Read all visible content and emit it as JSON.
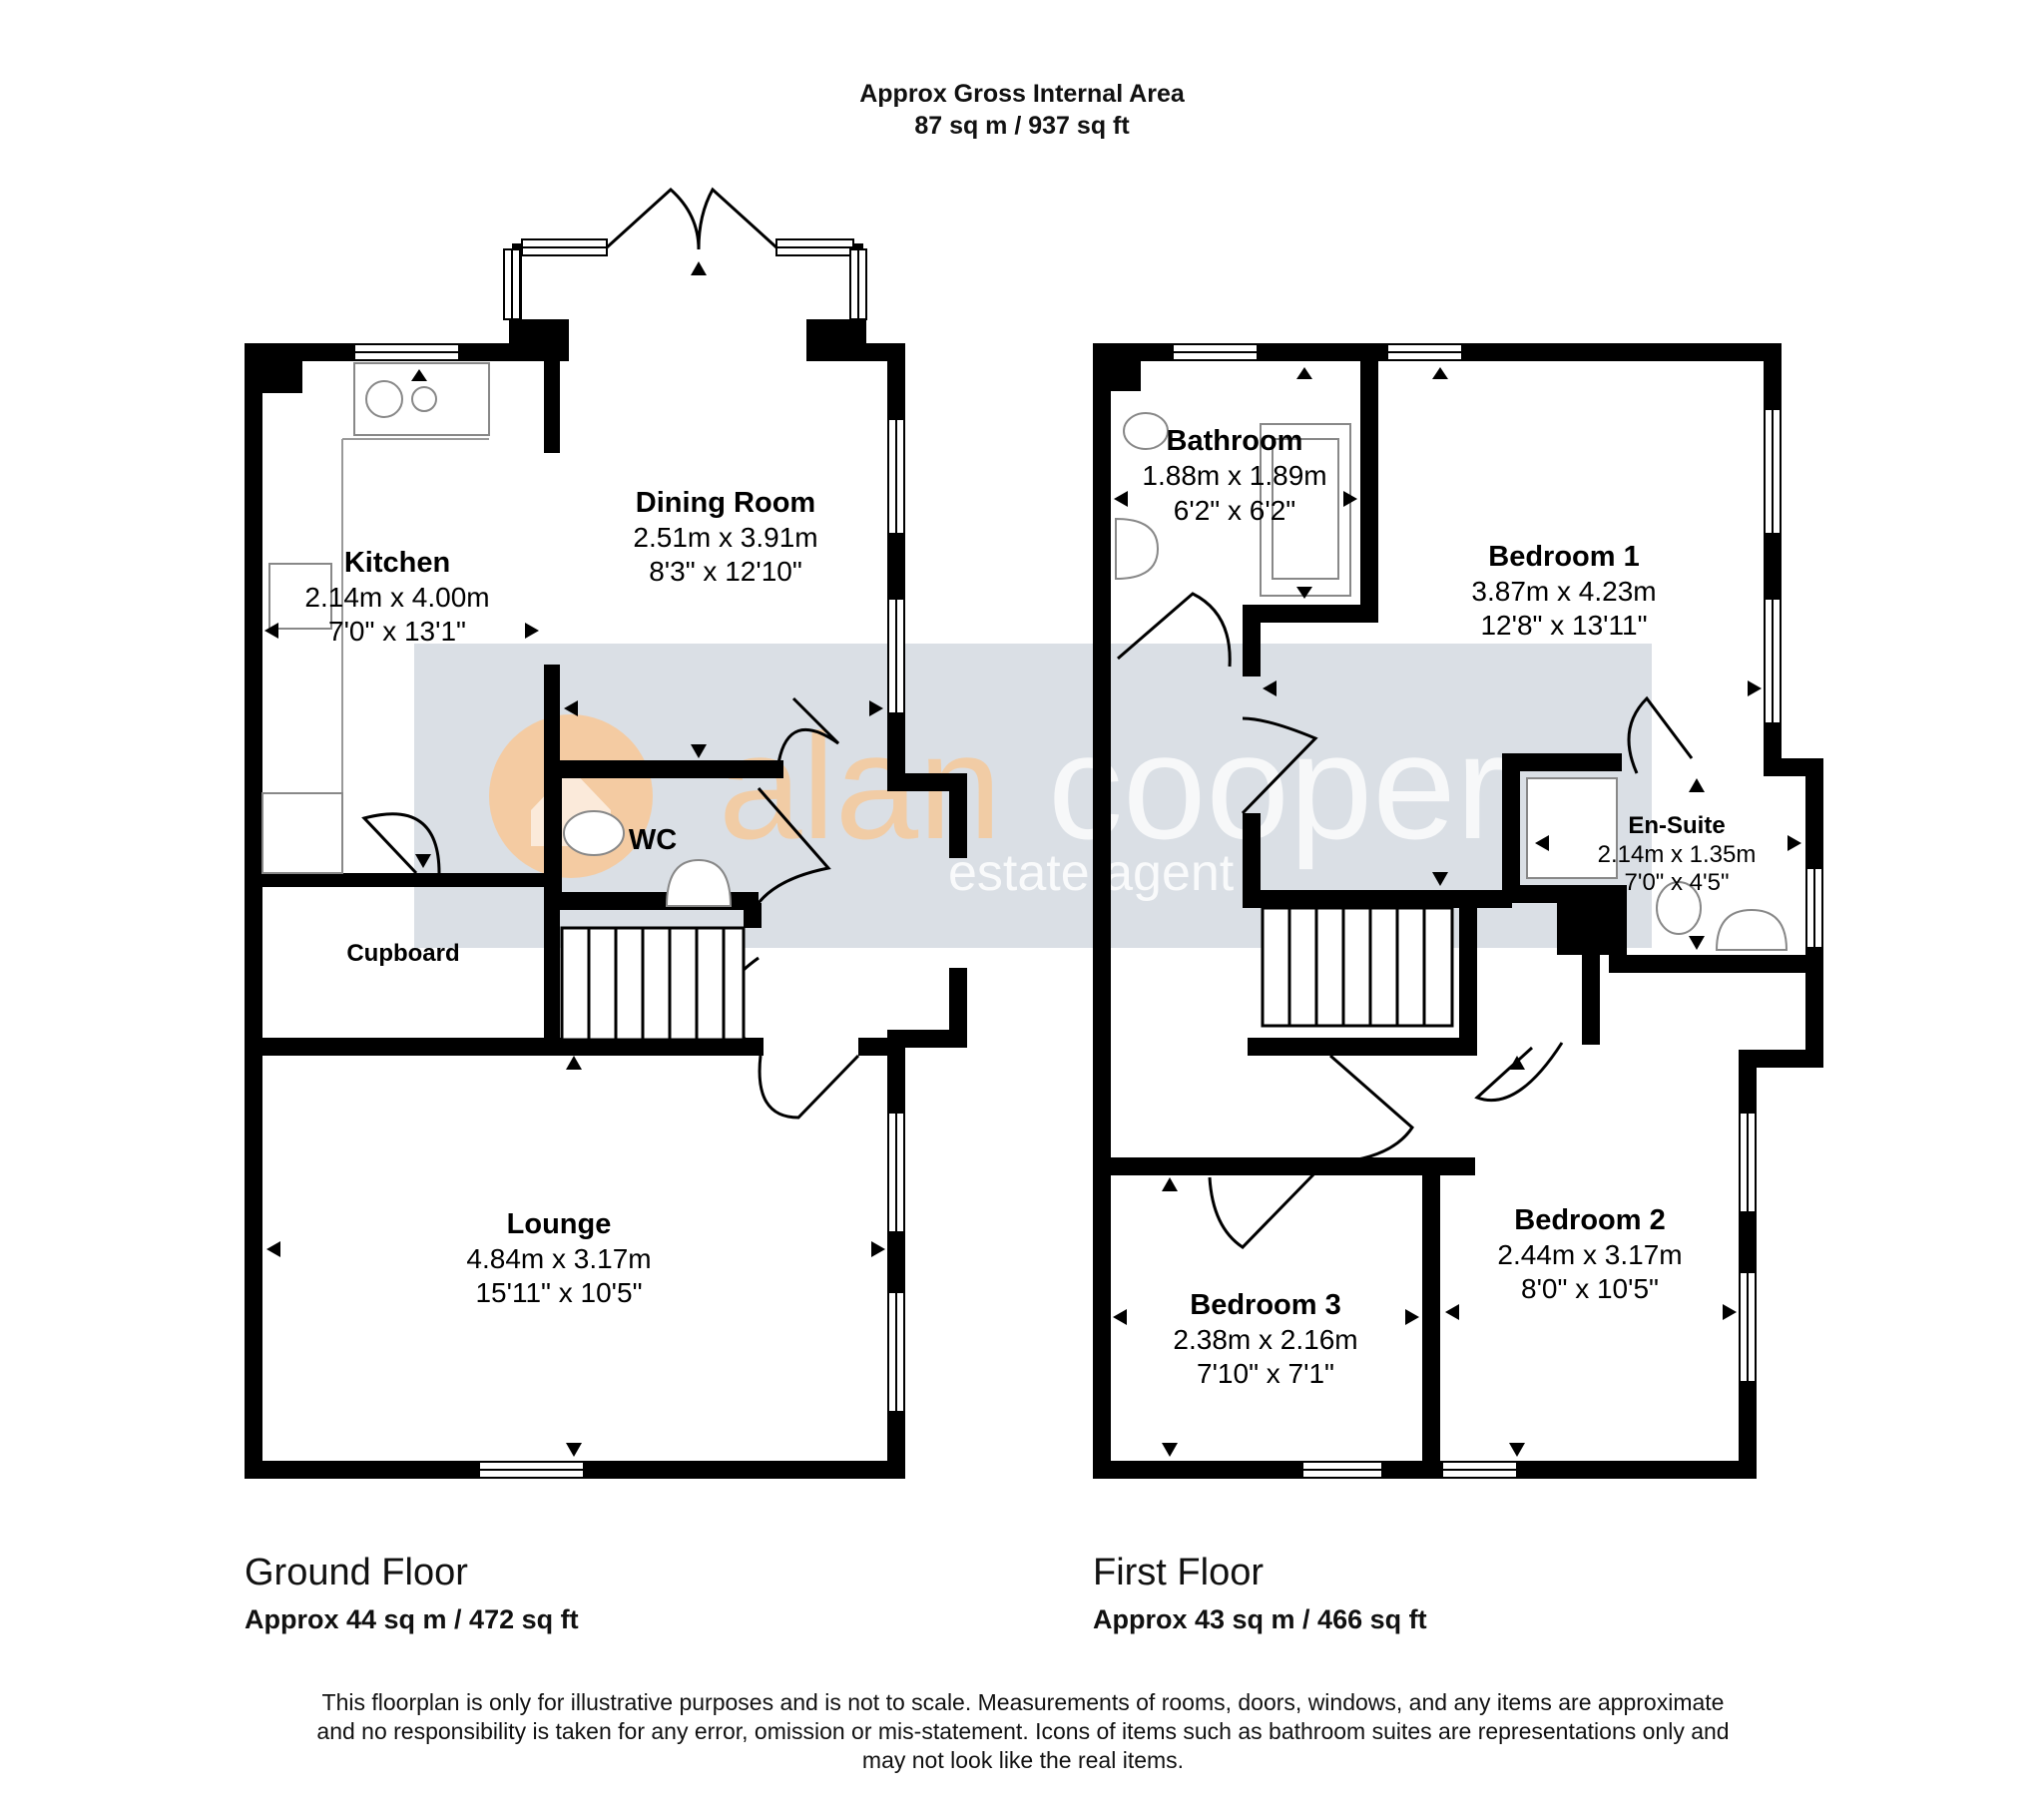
{
  "header": {
    "title": "Approx Gross Internal Area",
    "area": "87 sq m / 937 sq ft"
  },
  "ground_floor": {
    "title": "Ground Floor",
    "area": "Approx 44 sq m / 472 sq ft",
    "rooms": {
      "kitchen": {
        "name": "Kitchen",
        "metric": "2.14m x 4.00m",
        "imperial": "7'0\" x 13'1\""
      },
      "dining": {
        "name": "Dining Room",
        "metric": "2.51m x 3.91m",
        "imperial": "8'3\" x 12'10\""
      },
      "wc": {
        "name": "WC"
      },
      "cupboard": {
        "name": "Cupboard"
      },
      "lounge": {
        "name": "Lounge",
        "metric": "4.84m x 3.17m",
        "imperial": "15'11\" x 10'5\""
      }
    }
  },
  "first_floor": {
    "title": "First Floor",
    "area": "Approx 43 sq m / 466 sq ft",
    "rooms": {
      "bathroom": {
        "name": "Bathroom",
        "metric": "1.88m x 1.89m",
        "imperial": "6'2\" x 6'2\""
      },
      "bedroom1": {
        "name": "Bedroom 1",
        "metric": "3.87m x 4.23m",
        "imperial": "12'8\" x 13'11\""
      },
      "ensuite": {
        "name": "En-Suite",
        "metric": "2.14m x 1.35m",
        "imperial": "7'0\" x 4'5\""
      },
      "bedroom2": {
        "name": "Bedroom 2",
        "metric": "2.44m x 3.17m",
        "imperial": "8'0\" x 10'5\""
      },
      "bedroom3": {
        "name": "Bedroom 3",
        "metric": "2.38m x 2.16m",
        "imperial": "7'10\" x 7'1\""
      }
    }
  },
  "watermark": {
    "word1": "alan",
    "word2": "cooper",
    "tagline": "estate agent"
  },
  "disclaimer": {
    "line1": "This floorplan is only for illustrative purposes and is not to scale. Measurements of rooms, doors, windows, and any items are approximate",
    "line2": "and no responsibility is taken for any error, omission or mis-statement. Icons of items such as bathroom suites are representations only and",
    "line3": "may not look like the real items."
  },
  "colors": {
    "wall": "#000000",
    "watermark_band": "#d4d9e0",
    "watermark_logo": "#f6c99a"
  }
}
